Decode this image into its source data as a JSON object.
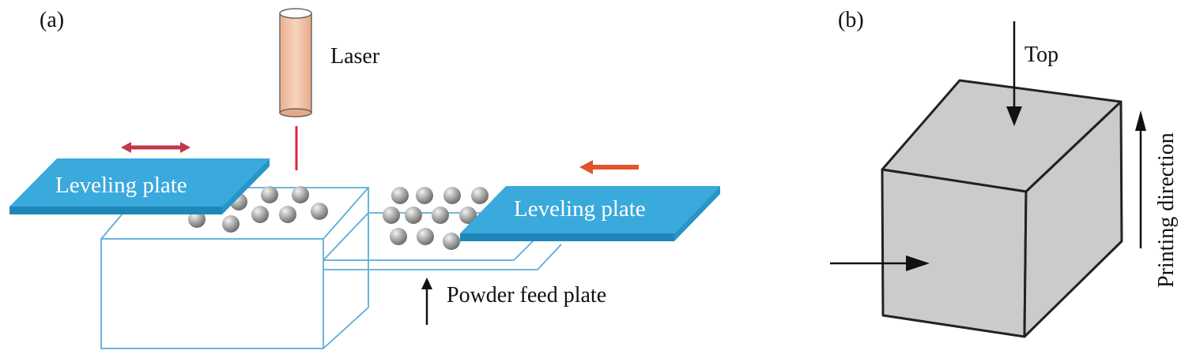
{
  "panel_a": {
    "label": "(a)",
    "laser_label": "Laser",
    "left_plate_label": "Leveling plate",
    "right_plate_label": "Leveling plate",
    "feed_label": "Powder feed plate"
  },
  "panel_b": {
    "label": "(b)",
    "top_label": "Top",
    "direction_label": "Printing direction"
  },
  "colors": {
    "plate": "#3aa9dc",
    "box_outline": "#5aaed8",
    "laser_body": "#f3c6a8",
    "laser_beam": "#e0253b",
    "left_arrow": "#c0384a",
    "right_arrow": "#e2542a",
    "cube_face": "#c9cbcd"
  }
}
